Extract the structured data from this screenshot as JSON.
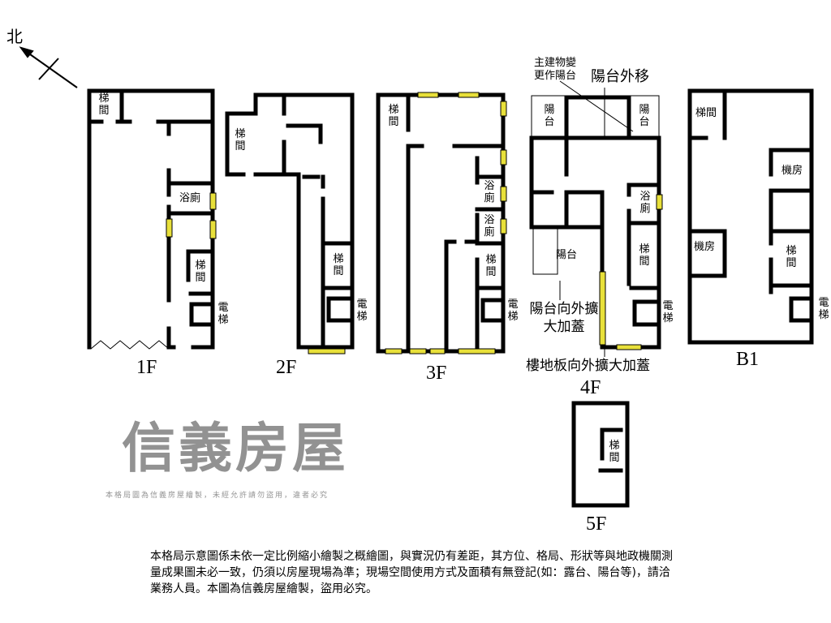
{
  "north_label": "北",
  "floors": {
    "f1": "1F",
    "f2": "2F",
    "f3": "3F",
    "f4": "4F",
    "f5": "5F",
    "b1": "B1"
  },
  "rooms": {
    "stair": "梯間",
    "bath": "浴廁",
    "elevator": "電梯",
    "balcony": "陽台",
    "machine": "機房"
  },
  "annotations": {
    "main_change": "主建物變更作陽台",
    "balcony_moved": "陽台外移",
    "balcony_extend": "陽台向外擴大加蓋",
    "floor_extend": "樓地板向外擴大加蓋"
  },
  "watermark": {
    "brand": "信義房屋",
    "notice": "本格局圖為信義房屋繪製，未經允許請勿盜用，違者必究"
  },
  "disclaimer": "本格局示意圖係未依一定比例縮小繪製之概繪圖，與實況仍有差距，其方位、格局、形狀等與地政機關測量成果圖未必一致，仍須以房屋現場為準；現場空間使用方式及面積有無登記(如：露台、陽台等)，請洽業務人員。本圖為信義房屋繪製，盜用必究。",
  "colors": {
    "wall": "#000000",
    "window": "#e8e03a",
    "watermark": "#6e6e6e"
  }
}
